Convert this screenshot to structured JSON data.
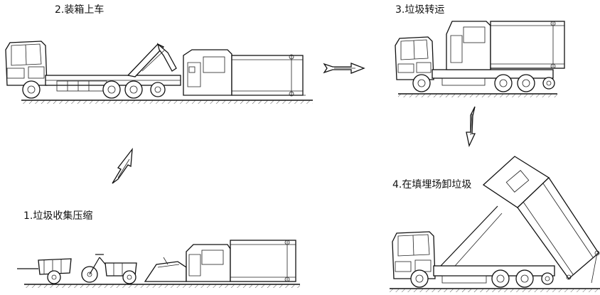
{
  "steps": [
    {
      "label": "1.垃圾收集压缩"
    },
    {
      "label": "2.装箱上车"
    },
    {
      "label": "3.垃圾转运"
    },
    {
      "label": "4.在填埋场卸垃圾"
    }
  ]
}
